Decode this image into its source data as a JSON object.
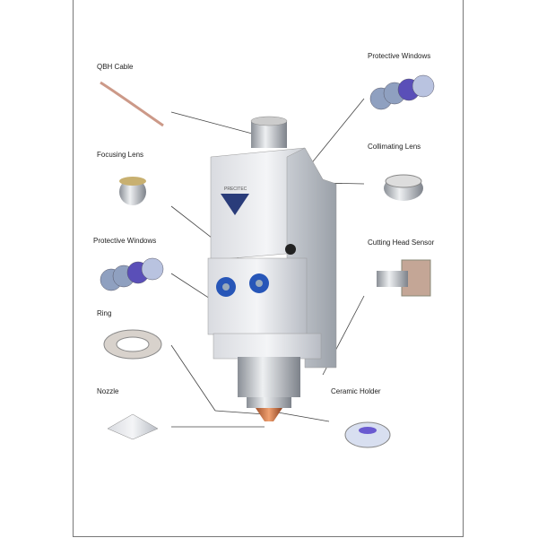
{
  "diagram": {
    "brand": "PRECITEC",
    "parts": [
      {
        "id": "qbh-cable",
        "label": "QBH Cable"
      },
      {
        "id": "focusing-lens",
        "label": "Focusing Lens"
      },
      {
        "id": "protective-windows-left",
        "label": "Protective Windows"
      },
      {
        "id": "ring",
        "label": "Ring"
      },
      {
        "id": "nozzle",
        "label": "Nozzle"
      },
      {
        "id": "protective-windows-right",
        "label": "Protective Windows"
      },
      {
        "id": "collimating-lens",
        "label": "Collimating Lens"
      },
      {
        "id": "cutting-head-sensor",
        "label": "Cutting Head Sensor"
      },
      {
        "id": "ceramic-holder",
        "label": "Ceramic Holder"
      }
    ]
  }
}
